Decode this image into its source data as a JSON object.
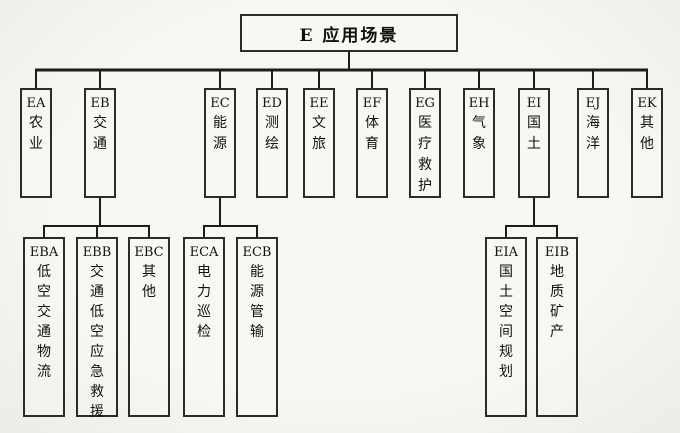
{
  "diagram": {
    "title": "E 应用场景",
    "root": {
      "label": "E 应用场景"
    },
    "level2": [
      {
        "code": "EA",
        "name": "农业"
      },
      {
        "code": "EB",
        "name": "交通"
      },
      {
        "code": "EC",
        "name": "能源"
      },
      {
        "code": "ED",
        "name": "测绘"
      },
      {
        "code": "EE",
        "name": "文旅"
      },
      {
        "code": "EF",
        "name": "体育"
      },
      {
        "code": "EG",
        "name": "医疗救护"
      },
      {
        "code": "EH",
        "name": "气象"
      },
      {
        "code": "EI",
        "name": "国土"
      },
      {
        "code": "EJ",
        "name": "海洋"
      },
      {
        "code": "EK",
        "name": "其他"
      }
    ],
    "level3": [
      {
        "parent": "EB",
        "code": "EBA",
        "name": "低空交通物流"
      },
      {
        "parent": "EB",
        "code": "EBB",
        "name": "交通低空应急救援"
      },
      {
        "parent": "EB",
        "code": "EBC",
        "name": "其他"
      },
      {
        "parent": "EC",
        "code": "ECA",
        "name": "电力巡检"
      },
      {
        "parent": "EC",
        "code": "ECB",
        "name": "能源管输"
      },
      {
        "parent": "EI",
        "code": "EIA",
        "name": "国土空间规划"
      },
      {
        "parent": "EI",
        "code": "EIB",
        "name": "地质矿产"
      }
    ],
    "colors": {
      "line": "#1c1c1c",
      "box_border": "#2b2b2b",
      "background": "#f5f4f0",
      "text": "#111111"
    }
  }
}
